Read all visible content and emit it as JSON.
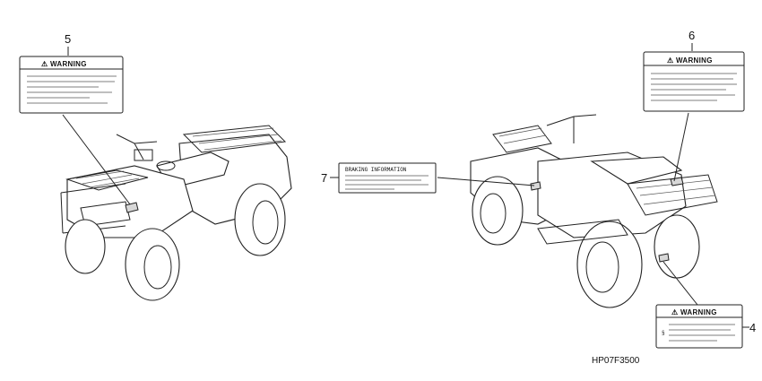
{
  "parts": [
    {
      "number": "5",
      "label": "⚠ WARNING"
    },
    {
      "number": "6",
      "label": "⚠ WARNING"
    },
    {
      "number": "7",
      "label": "BRAKING INFORMATION"
    },
    {
      "number": "4",
      "label": "⚠ WARNING",
      "side_glyph": "§"
    }
  ],
  "diagram_code": "HP07F3500",
  "icons": [
    "warning-triangle-icon"
  ]
}
